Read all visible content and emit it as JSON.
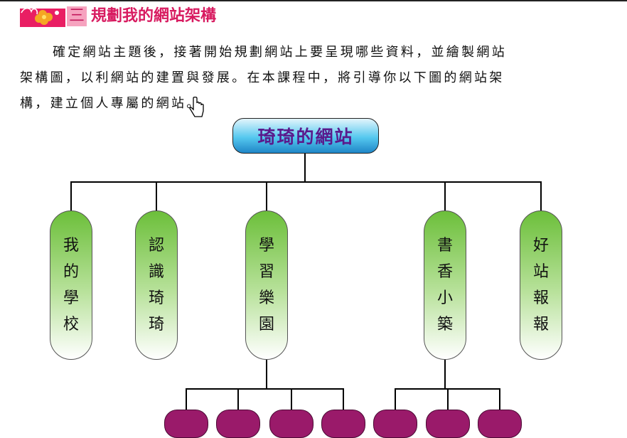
{
  "section": {
    "number": "三",
    "title": "規劃我的網站架構"
  },
  "paragraph": {
    "line1": "確定網站主題後，接著開始規劃網站上要呈現哪些資料，並繪製網站",
    "line2": "架構圖，以利網站的建置與發展。在本課程中，將引導你以下圖的網站架",
    "line3": "構，建立個人專屬的網站。"
  },
  "diagram": {
    "root": "琦琦的網站",
    "children": [
      {
        "chars": [
          "我",
          "的",
          "學",
          "校"
        ]
      },
      {
        "chars": [
          "認",
          "識",
          "琦",
          "琦"
        ]
      },
      {
        "chars": [
          "學",
          "習",
          "樂",
          "園"
        ]
      },
      {
        "chars": [
          "書",
          "香",
          "小",
          "築"
        ]
      },
      {
        "chars": [
          "好",
          "站",
          "報",
          "報"
        ]
      }
    ]
  },
  "colors": {
    "heading": "#d81b60",
    "root_fill": "#2fa8e0",
    "root_text": "#5a1a8c",
    "child_fill": "#6cbf3a",
    "grandchild_fill": "#9a1a6a"
  }
}
